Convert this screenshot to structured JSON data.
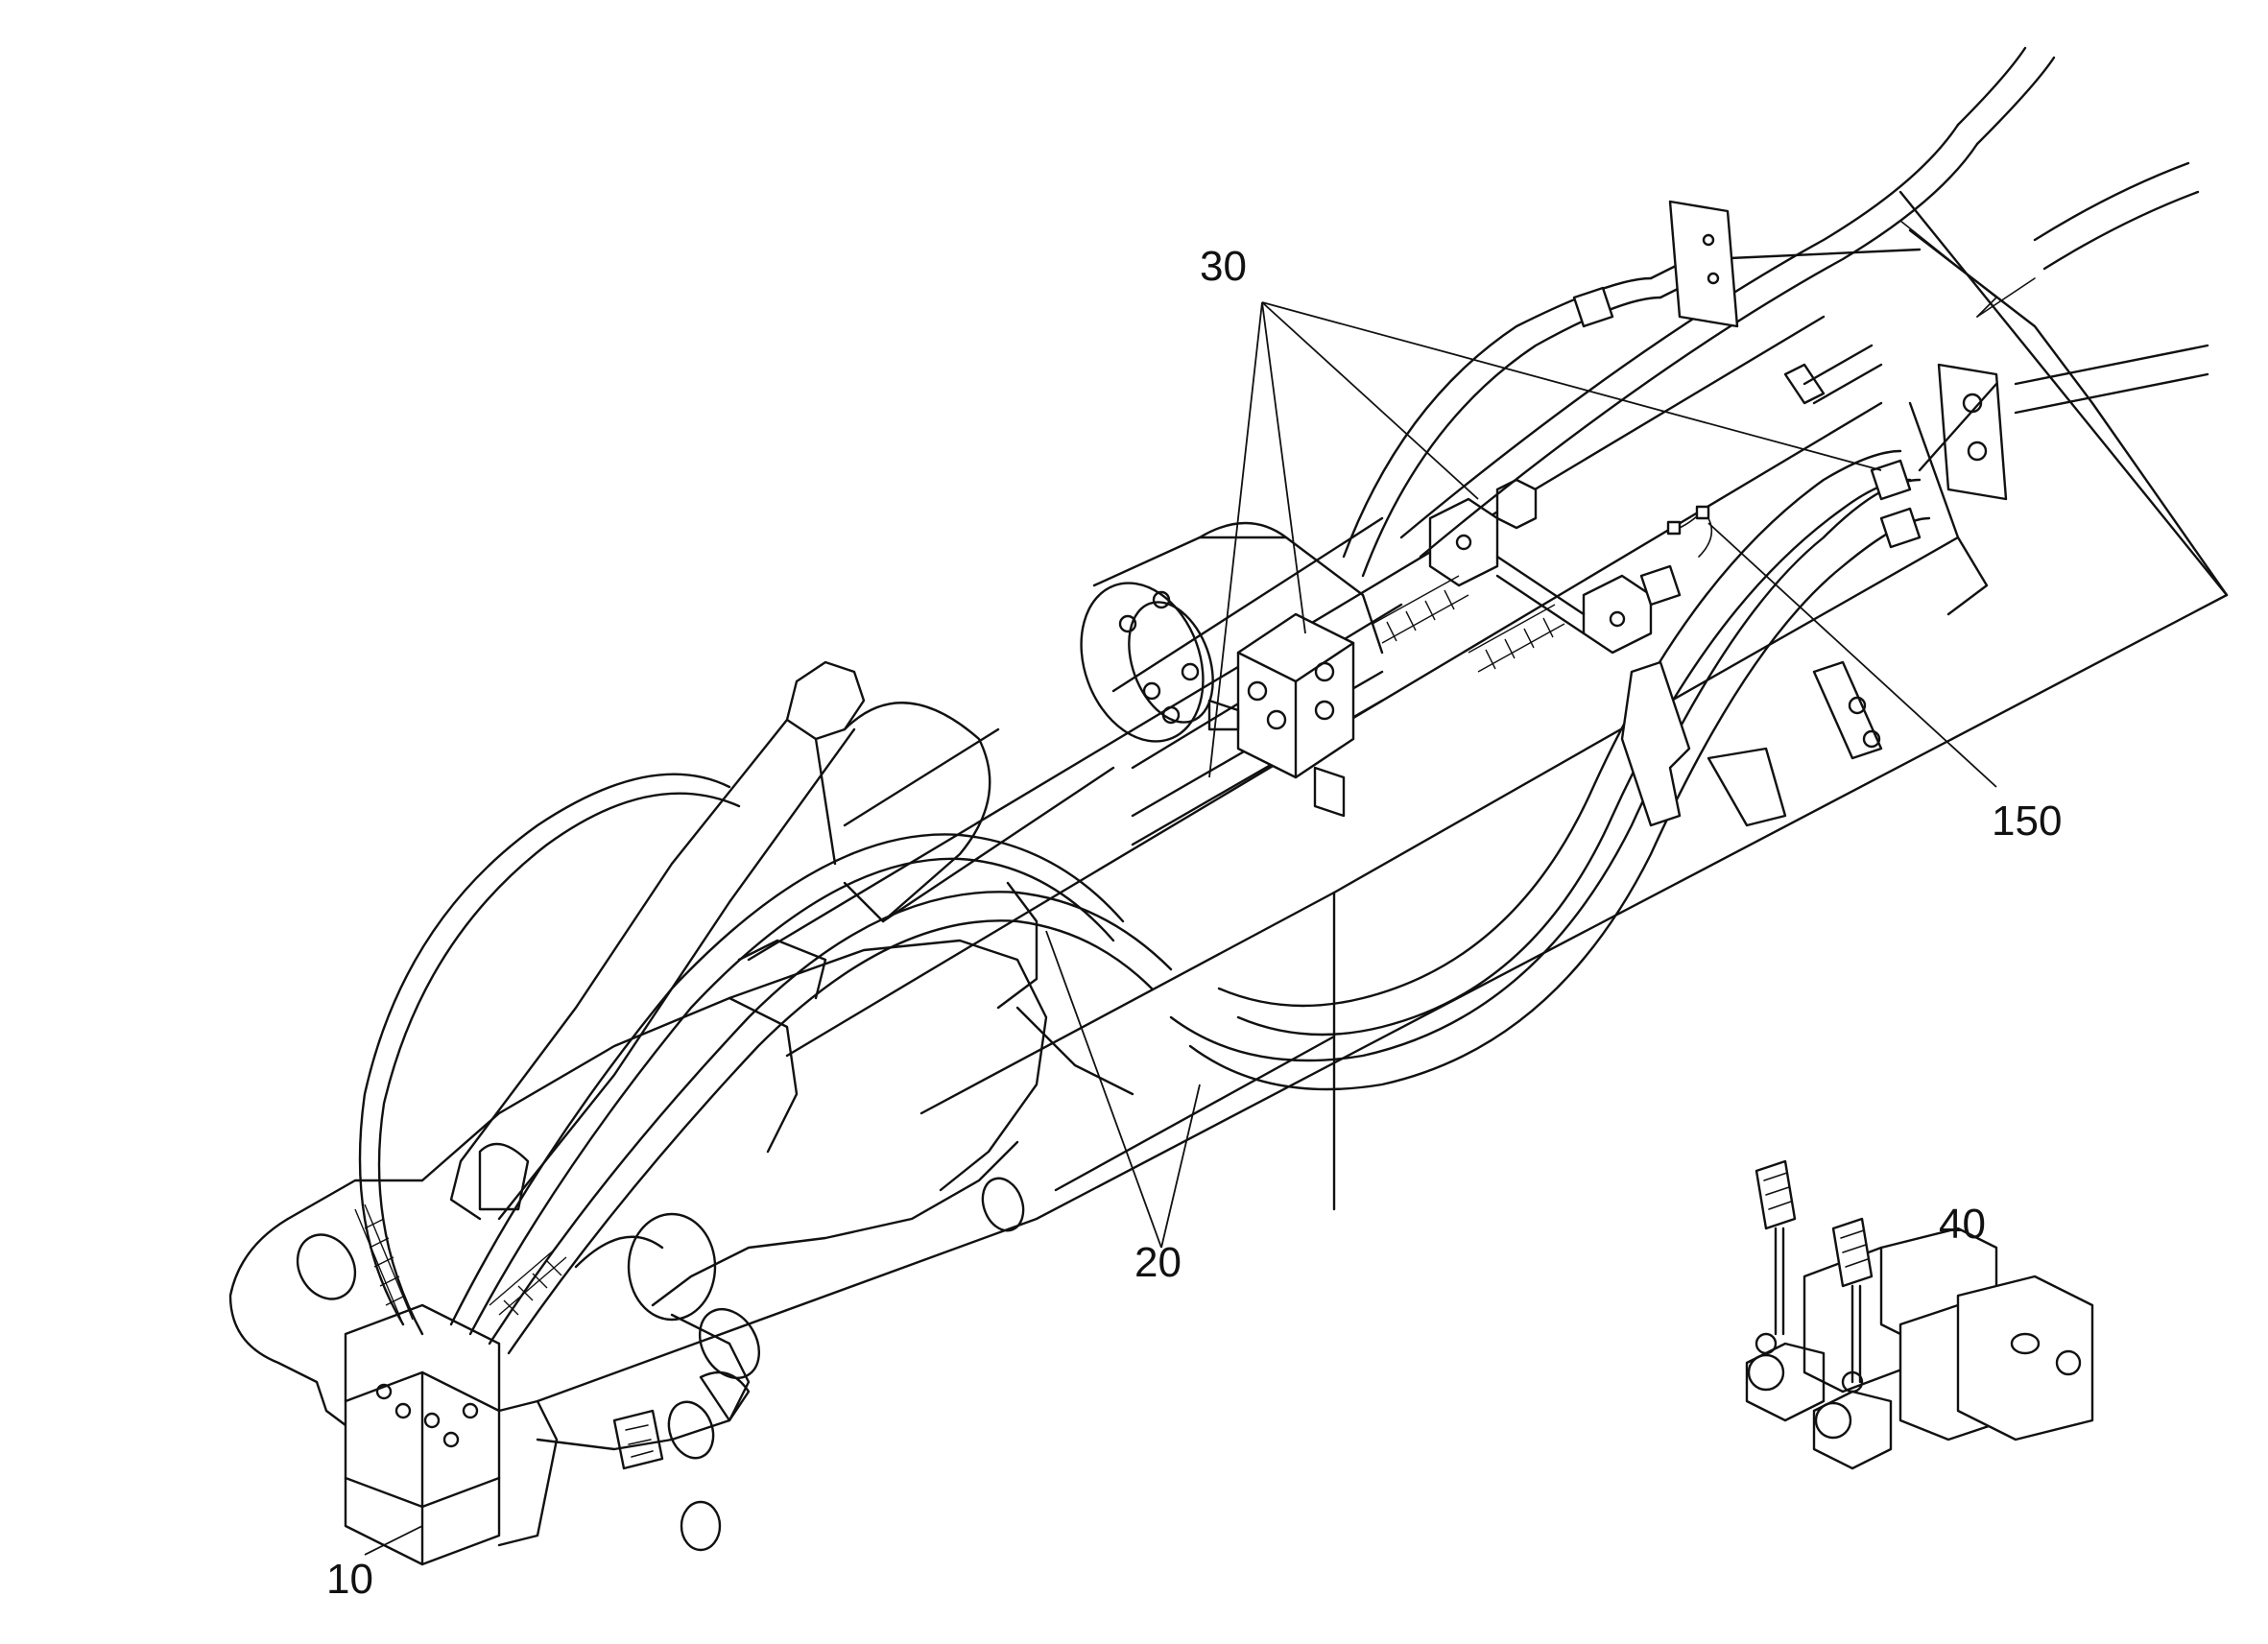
{
  "diagram": {
    "callouts": [
      {
        "id": "10",
        "label": "10"
      },
      {
        "id": "20",
        "label": "20"
      },
      {
        "id": "30",
        "label": "30"
      },
      {
        "id": "40",
        "label": "40"
      },
      {
        "id": "150",
        "label": "150"
      }
    ],
    "colors": {
      "line": "#111111",
      "background": "#ffffff"
    }
  }
}
